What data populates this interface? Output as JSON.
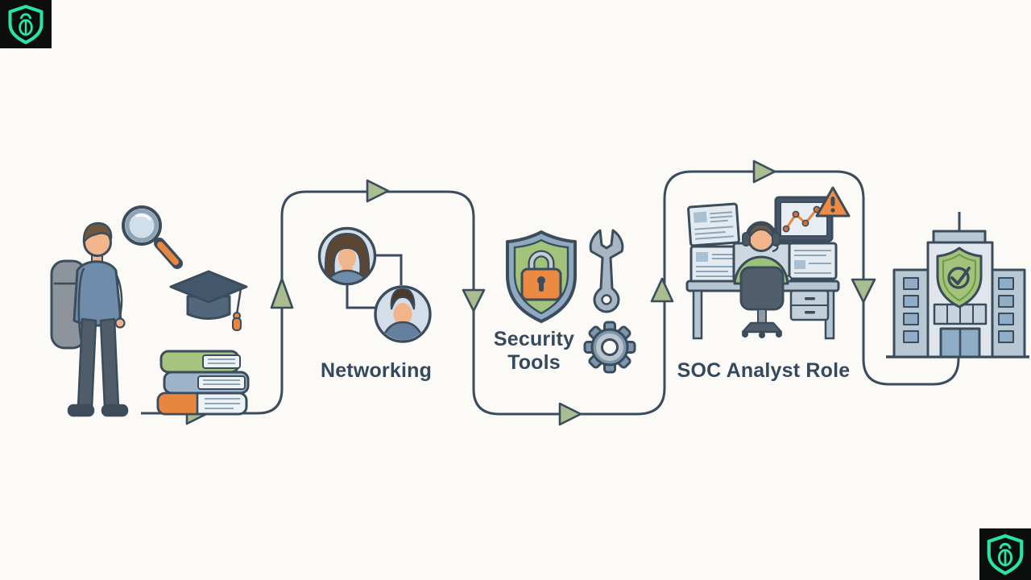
{
  "page": {
    "background_color": "#fbfaf7",
    "flow_line_color": "#3b4c5c",
    "flow_arrow_color": "#a9bd90",
    "label_color": "#34495e"
  },
  "watermarks": {
    "top_left": {
      "icon": "shield-bug-logo",
      "background": "#0c0e0d",
      "accent": "#2be3a8"
    },
    "bottom_right": {
      "icon": "shield-bug-logo",
      "background": "#0c0e0d",
      "accent": "#2be3a8"
    }
  },
  "stages": [
    {
      "id": "education",
      "label": "",
      "icons": [
        "student-with-backpack-icon",
        "magnifying-glass-icon",
        "graduation-cap-icon",
        "book-stack-icon"
      ]
    },
    {
      "id": "networking",
      "label": "Networking",
      "icons": [
        "female-avatar-icon",
        "male-avatar-icon",
        "connector-elbow-lines"
      ]
    },
    {
      "id": "security-tools",
      "label": "Security\nTools",
      "icons": [
        "shield-lock-icon",
        "wrench-icon",
        "gear-icon"
      ]
    },
    {
      "id": "soc-analyst-role",
      "label": "SOC Analyst Role",
      "icons": [
        "analyst-at-desk-icon",
        "monitor-wall-icon",
        "alert-triangle-icon",
        "headset-icon"
      ]
    },
    {
      "id": "employer",
      "label": "",
      "icons": [
        "office-building-icon",
        "shield-check-icon"
      ]
    }
  ],
  "palette": {
    "outline_slate": "#3b4c5c",
    "accent_green": "#a3c37a",
    "accent_orange": "#e8853f",
    "accent_blue": "#6f8cab",
    "steel_blue": "#9db4c9",
    "arrow_green": "#a9bd90"
  }
}
